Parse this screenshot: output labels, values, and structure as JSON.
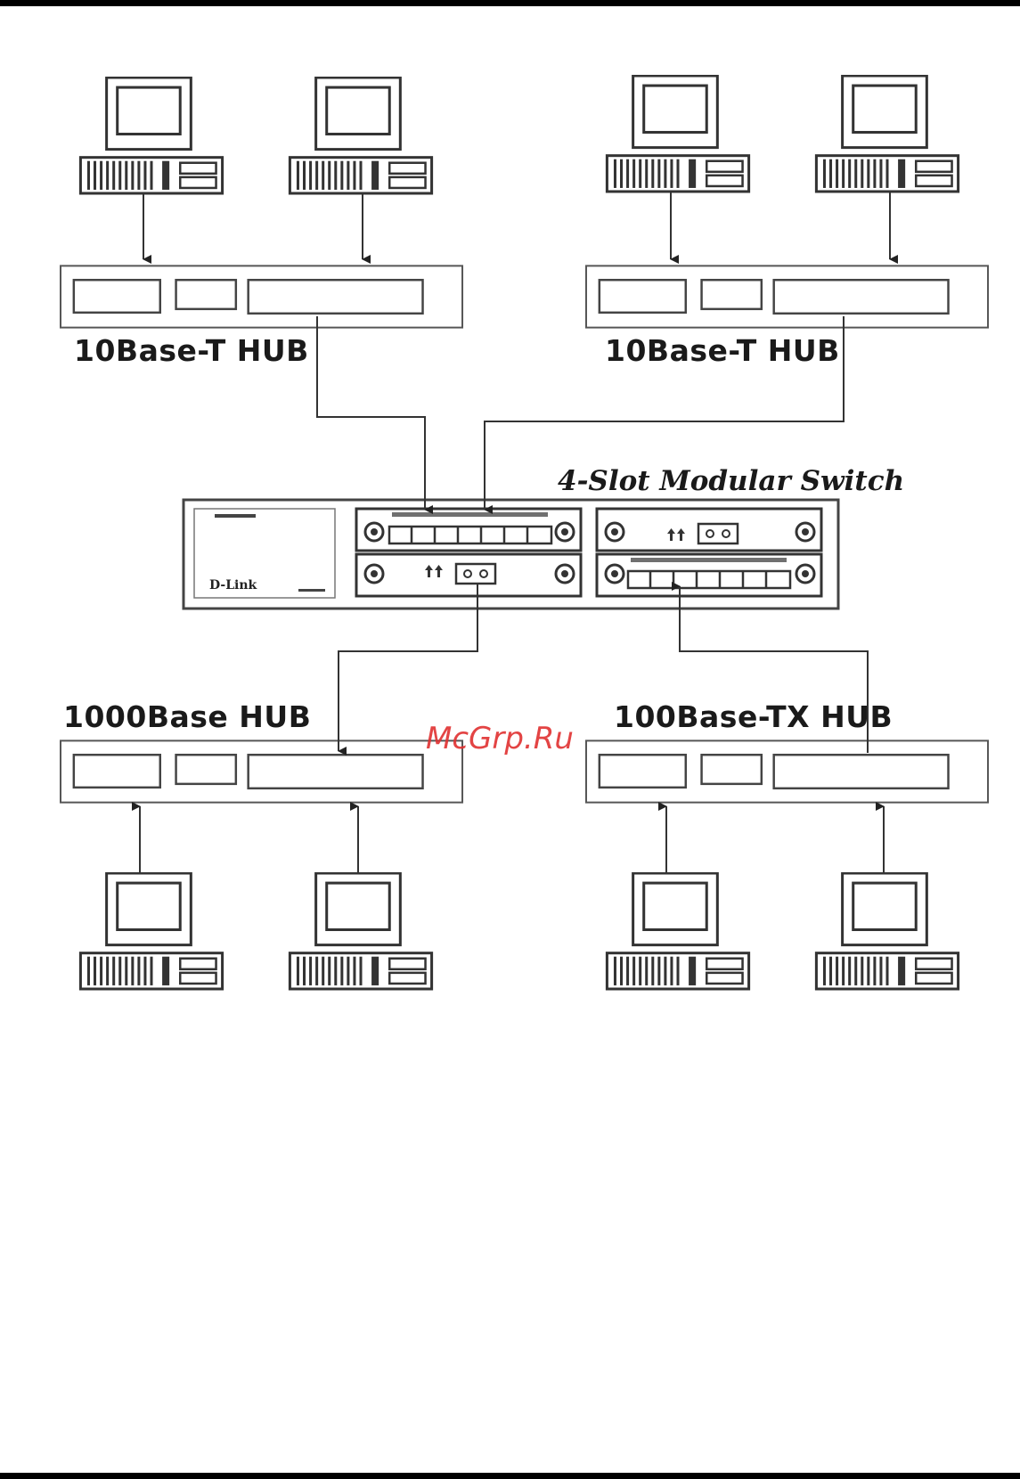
{
  "diagram": {
    "switch_title": "4-Slot Modular Switch",
    "switch_brand": "D-Link",
    "hubs": [
      {
        "id": "hub-top-left",
        "label": "10Base-T HUB"
      },
      {
        "id": "hub-top-right",
        "label": "10Base-T HUB"
      },
      {
        "id": "hub-bottom-left",
        "label": "1000Base HUB"
      },
      {
        "id": "hub-bottom-right",
        "label": "100Base-TX HUB"
      }
    ],
    "watermark": "McGrp.Ru"
  },
  "colors": {
    "line": "#333333",
    "watermark": "#e03030",
    "background": "#ffffff"
  }
}
